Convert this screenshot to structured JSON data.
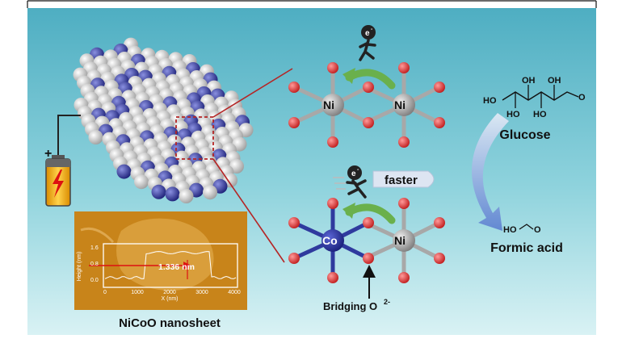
{
  "labels": {
    "material": "NiCoO nanosheet",
    "product_reactant": "Glucose",
    "product": "Formic acid",
    "bridging": "Bridging O",
    "bridging_sup": "2-",
    "faster": "faster",
    "electron": "e",
    "electron_sup": "-",
    "thickness": "1.336 nm",
    "atom_top_left": "Ni",
    "atom_top_right": "Ni",
    "atom_bottom_left": "Co",
    "atom_bottom_right": "Ni",
    "battery_plus": "+",
    "afm_ylabel": "Height (nm)",
    "afm_xlabel": "X (nm)",
    "glucose_groups": [
      "OH",
      "OH",
      "HO",
      "HO",
      "HO"
    ],
    "formic_group": "HO"
  },
  "afm": {
    "yticks": [
      "1.6",
      "0.8",
      "0.0"
    ],
    "xticks": [
      "0",
      "1000",
      "2000",
      "3000",
      "4000"
    ]
  },
  "colors": {
    "background_top": "#5fb8c9",
    "background_bottom": "#cfeef2",
    "oxygen": "#e03a3a",
    "nickel": "#a8a8a8",
    "cobalt": "#2f3a9e",
    "arrow_green": "#6ab04c",
    "arrow_blue": "#6f8fd6",
    "frame_red": "#b52525",
    "afm_bg": "#c8841a"
  }
}
